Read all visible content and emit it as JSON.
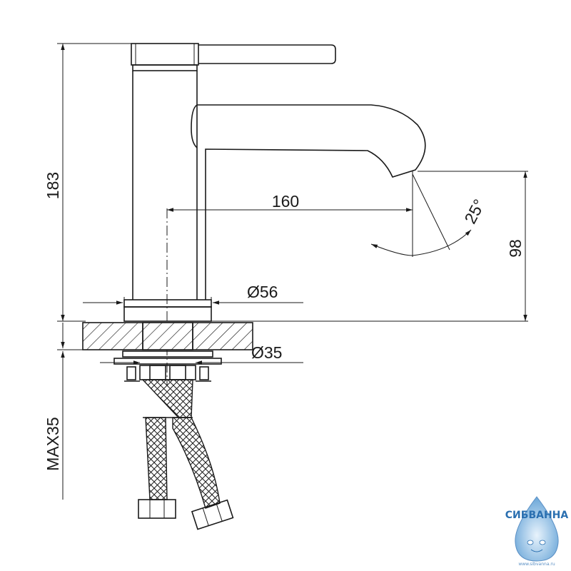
{
  "dimensions": {
    "height_total": "183",
    "spout_reach": "160",
    "base_diameter": "Ø56",
    "mount_diameter": "Ø35",
    "spout_height": "98",
    "spout_angle": "25°",
    "max_deck": "MAX35"
  },
  "logo": {
    "name": "СИБВАННА",
    "url": "www.sibvanna.ru"
  },
  "colors": {
    "line": "#1a1a1a",
    "logo_blue": "#2a6fb0"
  }
}
